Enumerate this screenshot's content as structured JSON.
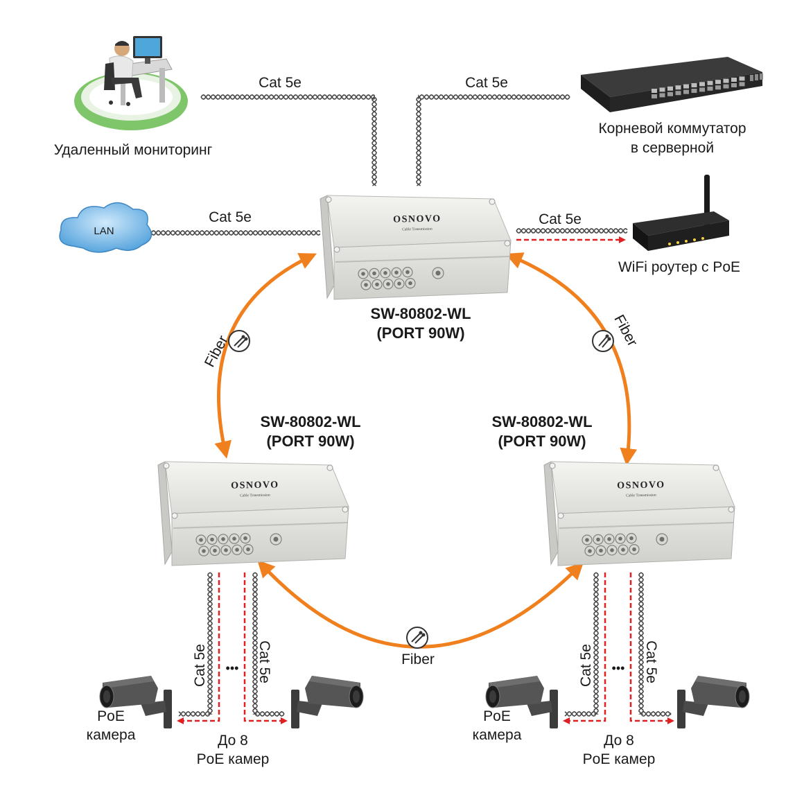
{
  "colors": {
    "fiber_ring": "#f07f1e",
    "poe_arrow": "#e02020",
    "cable": "#555555",
    "enclosure": "#e6e7e3",
    "cloud": "#6fb4e4",
    "platform_ring": "#7fc66b"
  },
  "icons": [
    "monitoring-workstation-icon",
    "root-switch-icon",
    "lan-cloud-icon",
    "wifi-router-icon",
    "enclosure-switch-icon",
    "fiber-connector-icon",
    "poe-camera-icon"
  ],
  "labels": {
    "cat5e": "Cat 5e",
    "fiber": "Fiber",
    "remote_monitoring": "Удаленный мониторинг",
    "root_switch_line1": "Корневой коммутатор",
    "root_switch_line2": "в серверной",
    "lan": "LAN",
    "wifi_router": "WiFi роутер с PoE",
    "poe_camera_line1": "PoE",
    "poe_camera_line2": "камера",
    "up_to_line1": "До 8",
    "up_to_line2": "PoE камер",
    "dots": "•••"
  },
  "switches": [
    {
      "model": "SW-80802-WL",
      "port": "(PORT 90W)",
      "brand": "OSNOVO",
      "tagline": "Cable Transmission"
    },
    {
      "model": "SW-80802-WL",
      "port": "(PORT 90W)",
      "brand": "OSNOVO",
      "tagline": "Cable Transmission"
    },
    {
      "model": "SW-80802-WL",
      "port": "(PORT 90W)",
      "brand": "OSNOVO",
      "tagline": "Cable Transmission"
    }
  ]
}
